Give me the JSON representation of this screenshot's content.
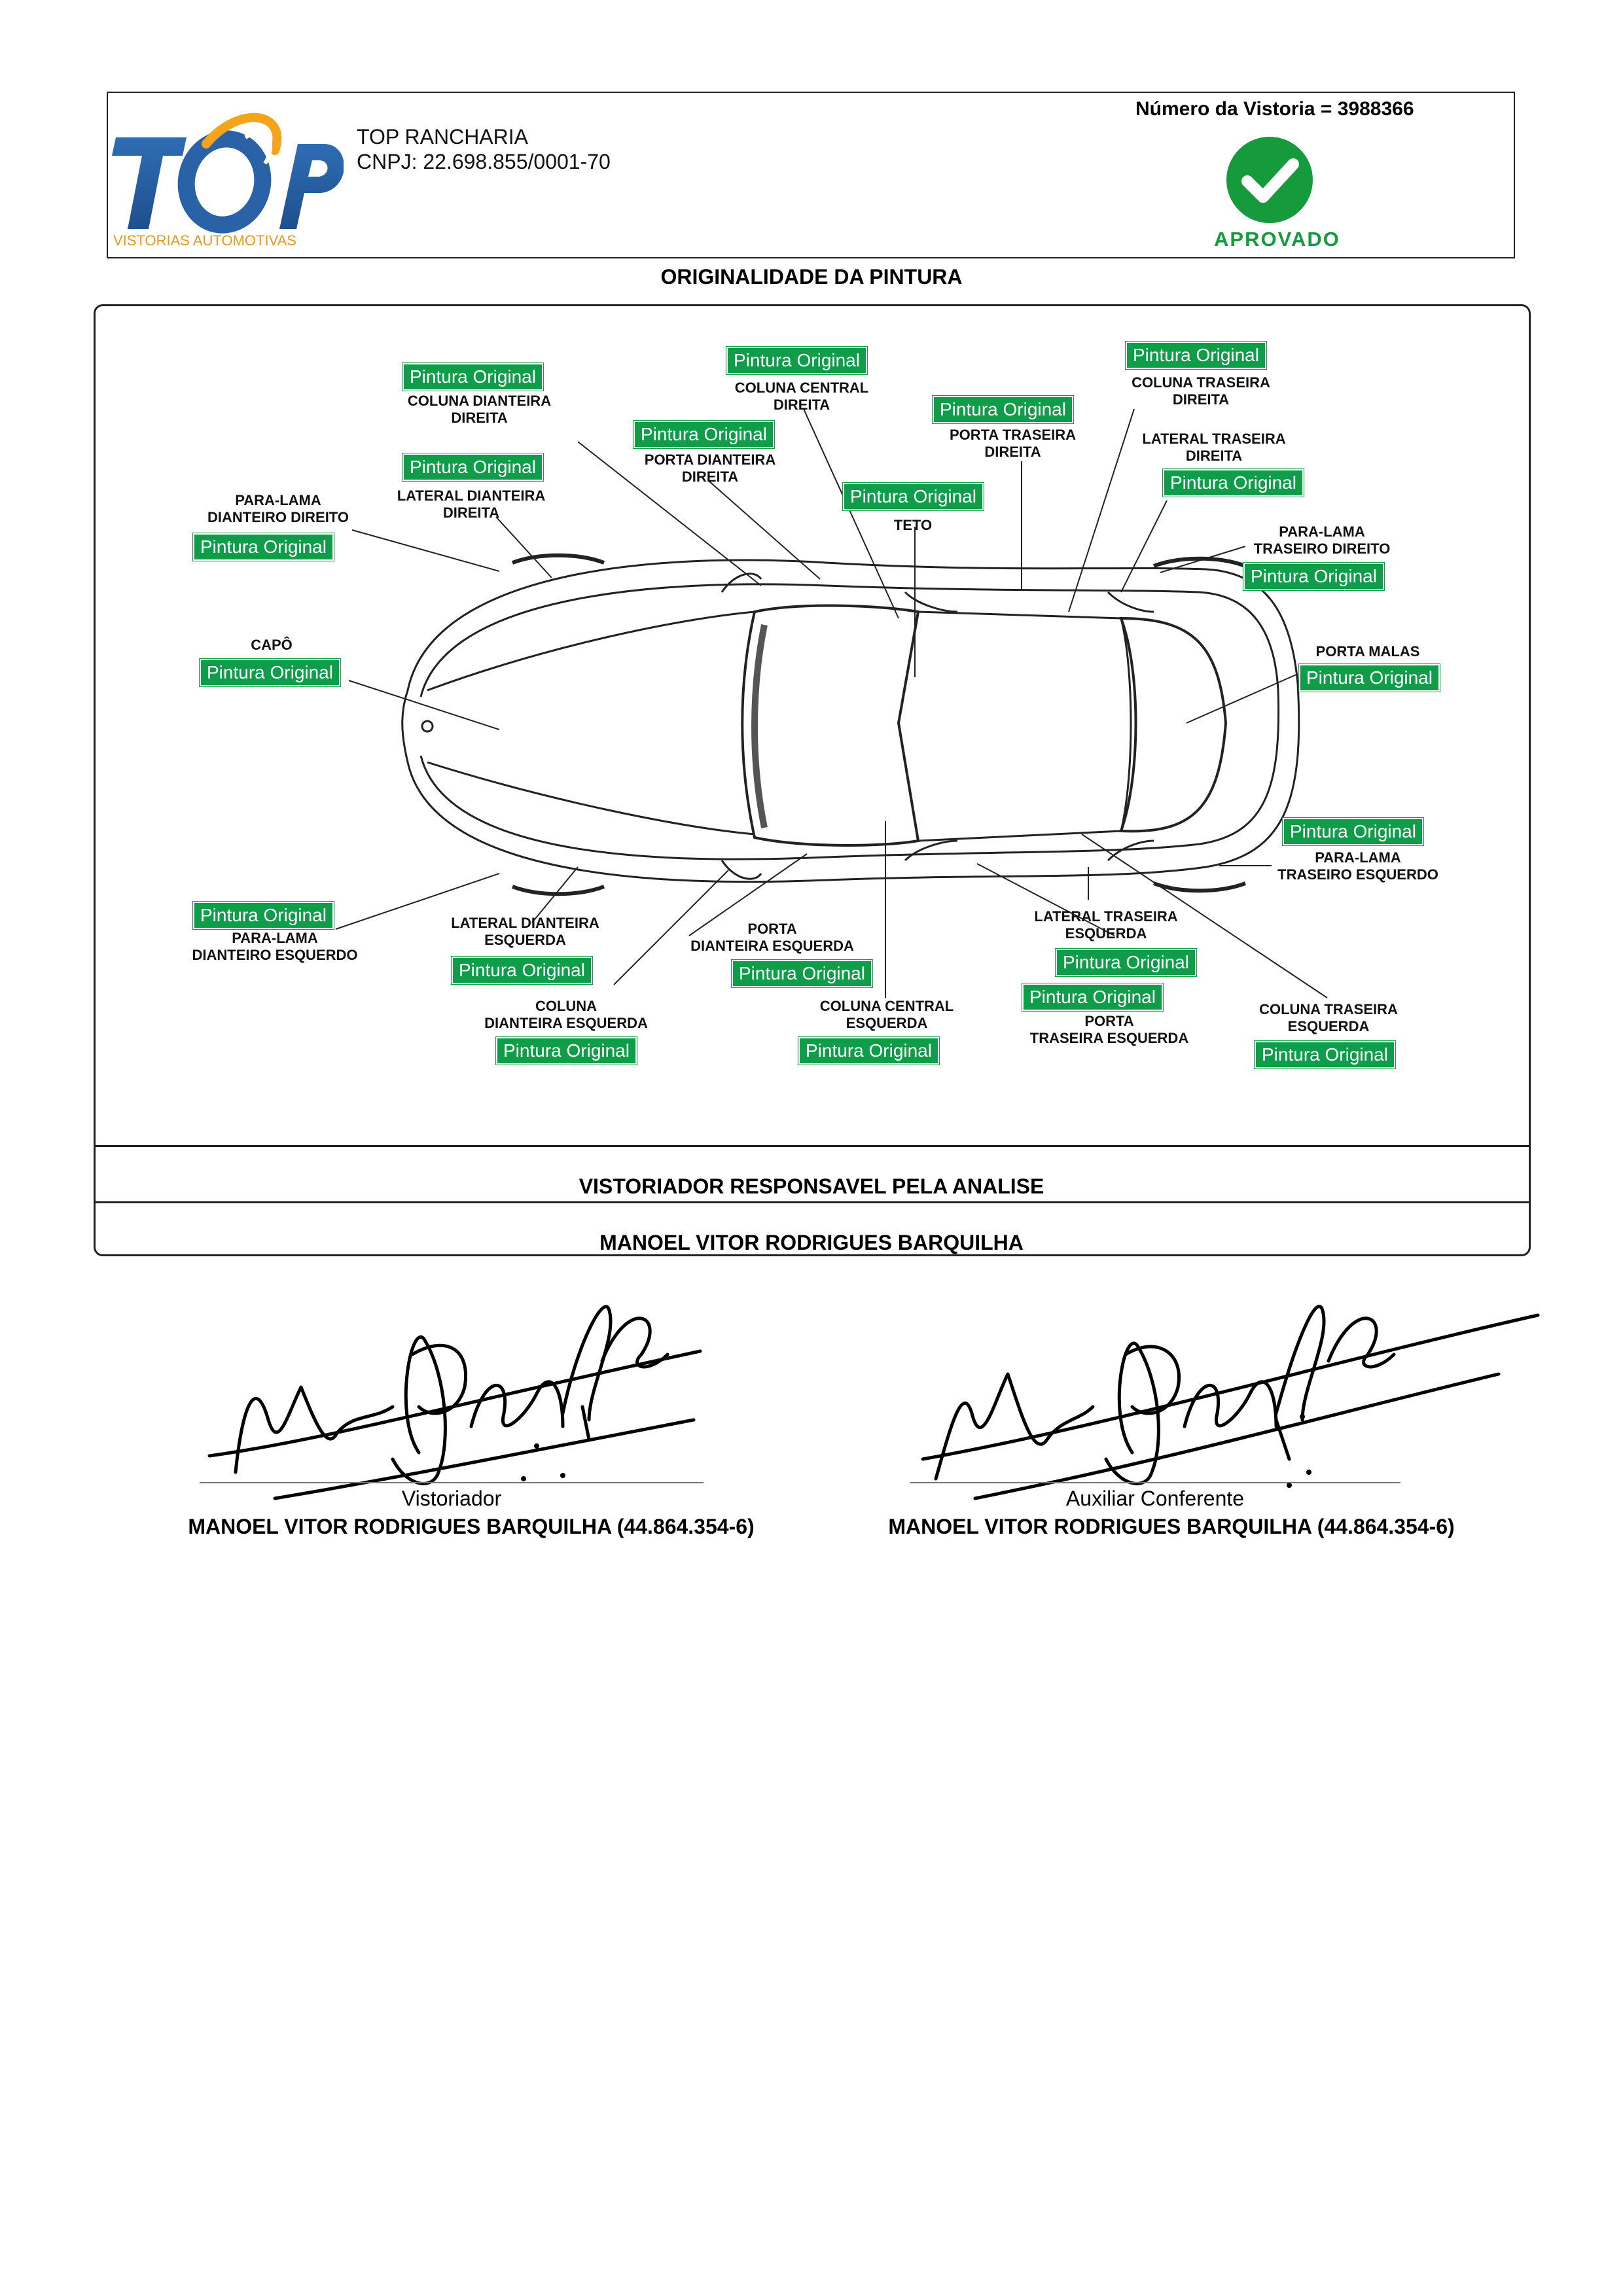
{
  "header": {
    "logo_text": "TOP",
    "logo_subtitle": "VISTORIAS AUTOMOTIVAS",
    "company_name": "TOP RANCHARIA",
    "company_cnpj": "CNPJ: 22.698.855/0001-70",
    "inspection_label": "Número da Vistoria = ",
    "inspection_number": "3988366",
    "status": "APROVADO",
    "status_color": "#159a3c"
  },
  "section_title": "ORIGINALIDADE DA PINTURA",
  "parts": [
    {
      "name": "COLUNA DIANTEIRA\nDIREITA",
      "status": "Pintura Original"
    },
    {
      "name": "LATERAL DIANTEIRA\nDIREITA",
      "status": "Pintura Original"
    },
    {
      "name": "PARA-LAMA\nDIANTEIRO DIREITO",
      "status": "Pintura Original"
    },
    {
      "name": "COLUNA CENTRAL\nDIREITA",
      "status": "Pintura Original"
    },
    {
      "name": "PORTA DIANTEIRA\nDIREITA",
      "status": "Pintura Original"
    },
    {
      "name": "PORTA TRASEIRA\nDIREITA",
      "status": "Pintura Original"
    },
    {
      "name": "TETO",
      "status": "Pintura Original"
    },
    {
      "name": "COLUNA TRASEIRA\nDIREITA",
      "status": "Pintura Original"
    },
    {
      "name": "LATERAL TRASEIRA\nDIREITA",
      "status": "Pintura Original"
    },
    {
      "name": "PARA-LAMA\nTRASEIRO DIREITO",
      "status": "Pintura Original"
    },
    {
      "name": "CAPÔ",
      "status": "Pintura Original"
    },
    {
      "name": "PORTA MALAS",
      "status": "Pintura Original"
    },
    {
      "name": "PARA-LAMA\nTRASEIRO ESQUERDO",
      "status": "Pintura Original"
    },
    {
      "name": "PARA-LAMA\nDIANTEIRO ESQUERDO",
      "status": "Pintura Original"
    },
    {
      "name": "LATERAL DIANTEIRA\nESQUERDA",
      "status": "Pintura Original"
    },
    {
      "name": "COLUNA\nDIANTEIRA ESQUERDA",
      "status": "Pintura Original"
    },
    {
      "name": "PORTA\nDIANTEIRA ESQUERDA",
      "status": "Pintura Original"
    },
    {
      "name": "COLUNA CENTRAL\nESQUERDA",
      "status": "Pintura Original"
    },
    {
      "name": "LATERAL TRASEIRA\nESQUERDA",
      "status": "Pintura Original"
    },
    {
      "name": "PORTA\nTRASEIRA ESQUERDA",
      "status": "Pintura Original"
    },
    {
      "name": "COLUNA TRASEIRA\nESQUERDA",
      "status": "Pintura Original"
    }
  ],
  "inspector_heading": "VISTORIADOR RESPONSAVEL PELA ANALISE",
  "inspector_name": "MANOEL VITOR RODRIGUES BARQUILHA",
  "signatures": [
    {
      "role": "Vistoriador",
      "name": "MANOEL VITOR RODRIGUES BARQUILHA (44.864.354-6)"
    },
    {
      "role": "Auxiliar Conferente",
      "name": "MANOEL VITOR RODRIGUES BARQUILHA (44.864.354-6)"
    }
  ]
}
